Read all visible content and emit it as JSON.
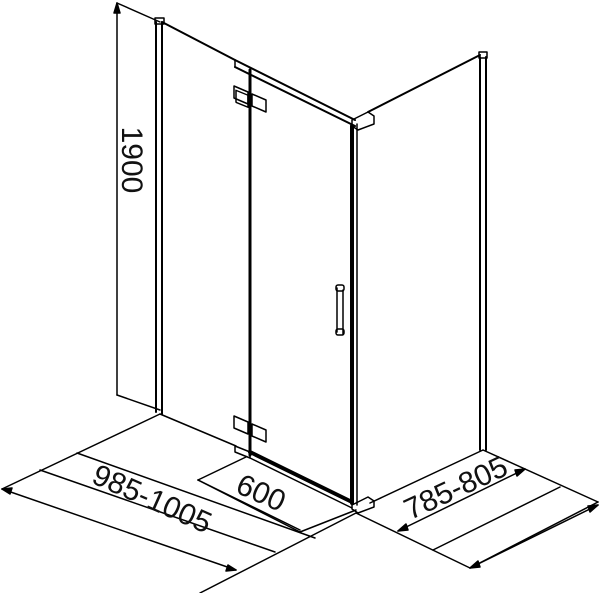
{
  "diagram": {
    "subject": "Shower enclosure with hinged door and side panel",
    "dimensions": {
      "height": "1900",
      "front_width": "985-1005",
      "door_width": "600",
      "side_depth": "785-805"
    },
    "components": [
      "fixed-glass-panel",
      "hinged-door",
      "side-panel",
      "door-handle",
      "hinges",
      "wall-profiles"
    ],
    "line_color": "#000000",
    "background": "#ffffff"
  }
}
